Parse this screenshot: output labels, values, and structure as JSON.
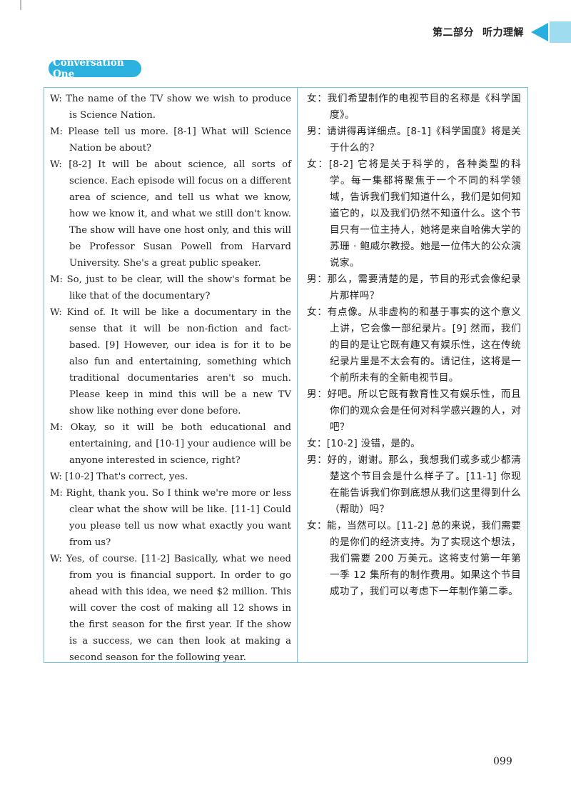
{
  "header": {
    "part": "第二部分",
    "section": "听力理解"
  },
  "badge": "Conversation One",
  "english": [
    "W: The name of the TV show we wish to produce is Science Nation.",
    "M: Please tell us more. [8-1] What will Science Nation be about?",
    "W: [8-2] It will be about science, all sorts of science. Each episode will focus on a different area of science, and tell us what we know, how we know it, and what we still don't know. The show will have one host only, and this will be Professor Susan Powell from Harvard University. She's a great public speaker.",
    "M: So, just to be clear, will the show's format be like that of the documentary?",
    "W: Kind of. It will be like a documentary in the sense that it will be non-fiction and fact-based. [9] However, our idea is for it to be also fun and entertaining, something which traditional documentaries aren't so much. Please keep in mind this will be a new TV show like nothing ever done before.",
    "M: Okay, so it will be both educational and entertaining, and [10-1] your audience will be anyone interested in science, right?",
    "W: [10-2] That's correct, yes.",
    "M: Right, thank you. So I think we're more or less clear what the show will be like. [11-1] Could you please tell us now what exactly you want from us?",
    "W: Yes, of course. [11-2] Basically, what we need from you is financial support. In order to go ahead with this idea, we need $2 million. This will cover the cost of making all 12 shows in the first season for the first year. If the show is a success, we can then look at making a second season for the following year."
  ],
  "chinese": [
    "女：我们希望制作的电视节目的名称是《科学国度》。",
    "男：请讲得再详细点。[8-1]《科学国度》将是关于什么的？",
    "女：[8-2] 它将是关于科学的，各种类型的科学。每一集都将聚焦于一个不同的科学领域，告诉我们我们知道什么，我们是如何知道它的，以及我们仍然不知道什么。这个节目只有一位主持人，她将是来自哈佛大学的苏珊 · 鲍威尔教授。她是一位伟大的公众演说家。",
    "男：那么，需要清楚的是，节目的形式会像纪录片那样吗？",
    "女：有点像。从非虚构的和基于事实的这个意义上讲，它会像一部纪录片。[9] 然而，我们的目的是让它既有趣又有娱乐性，这在传统纪录片里是不太会有的。请记住，这将是一个前所未有的全新电视节目。",
    "男：好吧。所以它既有教育性又有娱乐性，而且你们的观众会是任何对科学感兴趣的人，对吧？",
    "女：[10-2] 没错，是的。",
    "男：好的，谢谢。那么，我想我们或多或少都清楚这个节目会是什么样子了。[11-1] 你现在能告诉我们你到底想从我们这里得到什么（帮助）吗？",
    "女：能，当然可以。[11-2] 总的来说，我们需要的是你们的经济支持。为了实现这个想法，我们需要 200 万美元。这将支付第一年第一季 12 集所有的制作费用。如果这个节目成功了，我们可以考虑下一年制作第二季。"
  ],
  "page_number": "099"
}
